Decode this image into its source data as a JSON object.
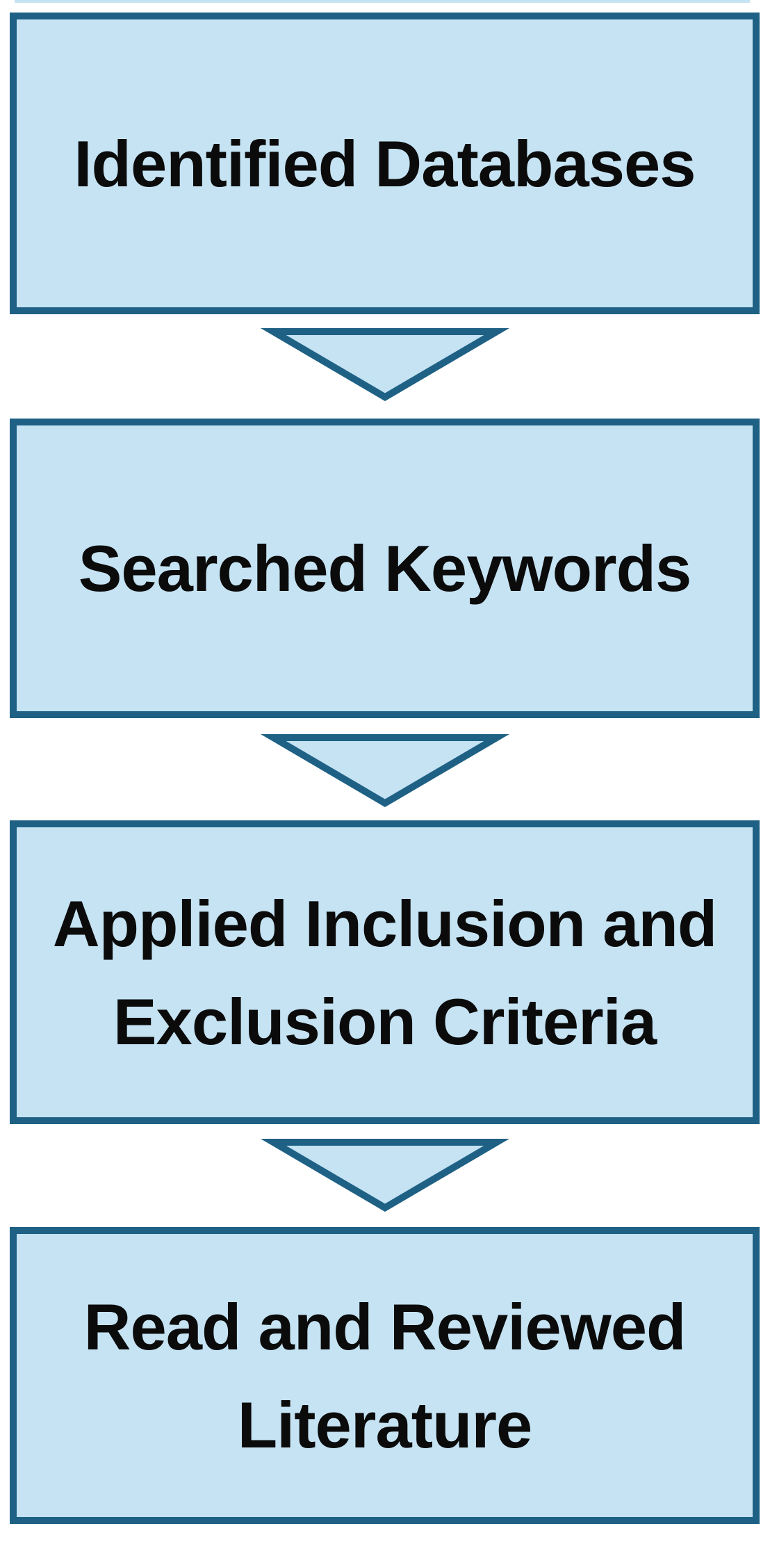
{
  "theme": {
    "background": "#ffffff",
    "box_fill": "#c5e3f3",
    "box_border": "#1f6185",
    "text_color": "#0b0b0b"
  },
  "diagram": {
    "type": "flowchart",
    "direction": "top-down",
    "connector": "down-arrow",
    "steps": [
      {
        "label": "Identified Databases"
      },
      {
        "label": "Searched Keywords"
      },
      {
        "label": "Applied Inclusion and Exclusion Criteria"
      },
      {
        "label": "Read and Reviewed Literature"
      }
    ]
  }
}
